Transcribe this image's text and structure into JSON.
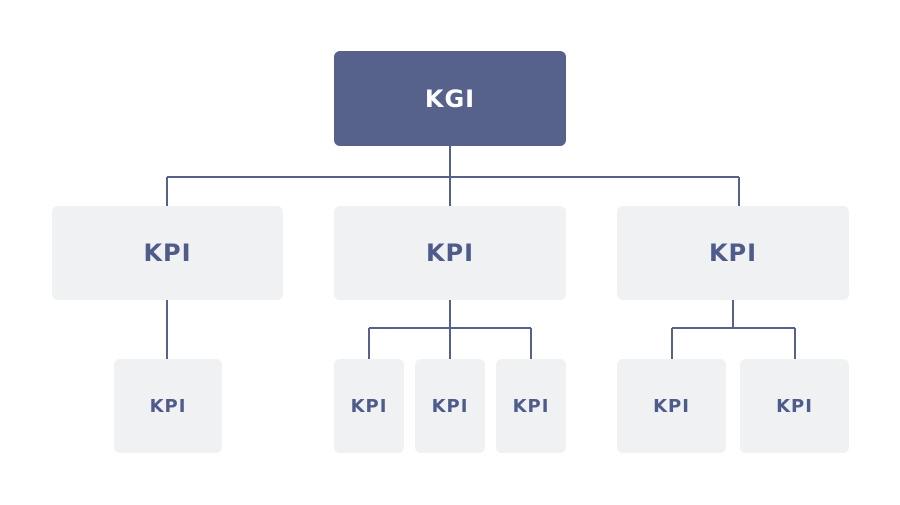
{
  "colors": {
    "root_fill": "#56618c",
    "node_fill": "#eff1f3",
    "node_text": "#4f5b8a",
    "connector": "#56618c"
  },
  "root": {
    "label": "KGI"
  },
  "level_1": [
    {
      "label": "KPI"
    },
    {
      "label": "KPI"
    },
    {
      "label": "KPI"
    }
  ],
  "level_2": [
    {
      "label": "KPI",
      "parent": 0
    },
    {
      "label": "KPI",
      "parent": 1
    },
    {
      "label": "KPI",
      "parent": 1
    },
    {
      "label": "KPI",
      "parent": 1
    },
    {
      "label": "KPI",
      "parent": 2
    },
    {
      "label": "KPI",
      "parent": 2
    }
  ]
}
